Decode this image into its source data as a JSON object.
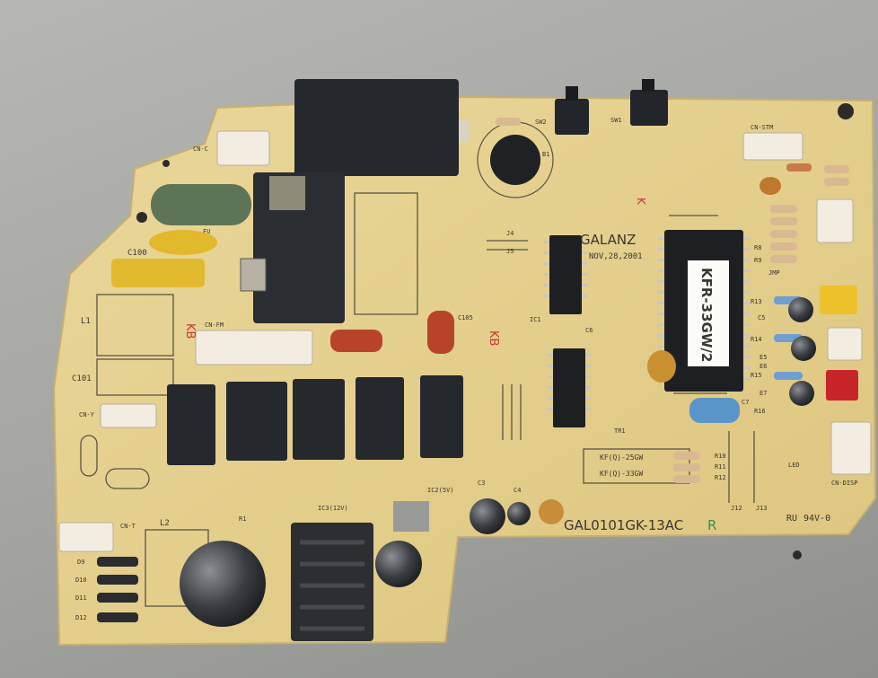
{
  "board": {
    "brand": "GALANZ",
    "date": "NOV,28,2001",
    "model_label": "KFR-33GW/2",
    "part_number": "GAL0101GK-13AC",
    "part_suffix": "R",
    "rating": "94V-0",
    "ul_mark": "RU",
    "kb_mark": "KB",
    "marks": [
      "K",
      "R"
    ]
  },
  "silkscreen": {
    "sw2": "SW2",
    "sw1": "SW1",
    "cn_stm": "CN-STM",
    "cn_c": "CN-C",
    "cn_fm": "CN-FM",
    "cn_t": "CN-T",
    "cn_y": "CN-Y",
    "cn_disp": "CN-DISP",
    "r1": "R1",
    "b1": "B1",
    "l1": "L1",
    "l2": "L2",
    "c100": "C100",
    "c101": "C101",
    "c105": "C105",
    "c3": "C3",
    "c4": "C4",
    "c5": "C5",
    "c6": "C6",
    "c7": "C7",
    "e5": "E5",
    "e6": "E6",
    "e7": "E7",
    "j4": "J4",
    "j5": "J5",
    "j12": "J12",
    "j13": "J13",
    "ic1": "IC1",
    "ic3": "IC3(12V)",
    "ic5": "IC2(5V)",
    "r10": "R10",
    "r11": "R11",
    "r12": "R12",
    "r13": "R13",
    "r14": "R14",
    "r15": "R15",
    "r16": "R16",
    "r8": "R8",
    "r9": "R9",
    "tr1": "TR1",
    "d9": "D9",
    "d10": "D10",
    "d11": "D11",
    "d12": "D12",
    "fu": "FU",
    "jmp": "JMP",
    "kf1": "KF(Q)-25GW",
    "kf2": "KF(Q)-33GW",
    "led": "LED"
  },
  "colors": {
    "pcb": "#e6d18b",
    "relay": "#23262b",
    "connector": "#f2ede0",
    "capacitor_yellow": "#e2b92c",
    "capacitor_green": "#5e7456",
    "capacitor_red": "#b7432b",
    "connector_red": "#c8252b",
    "connector_yellow": "#ecc12a"
  }
}
